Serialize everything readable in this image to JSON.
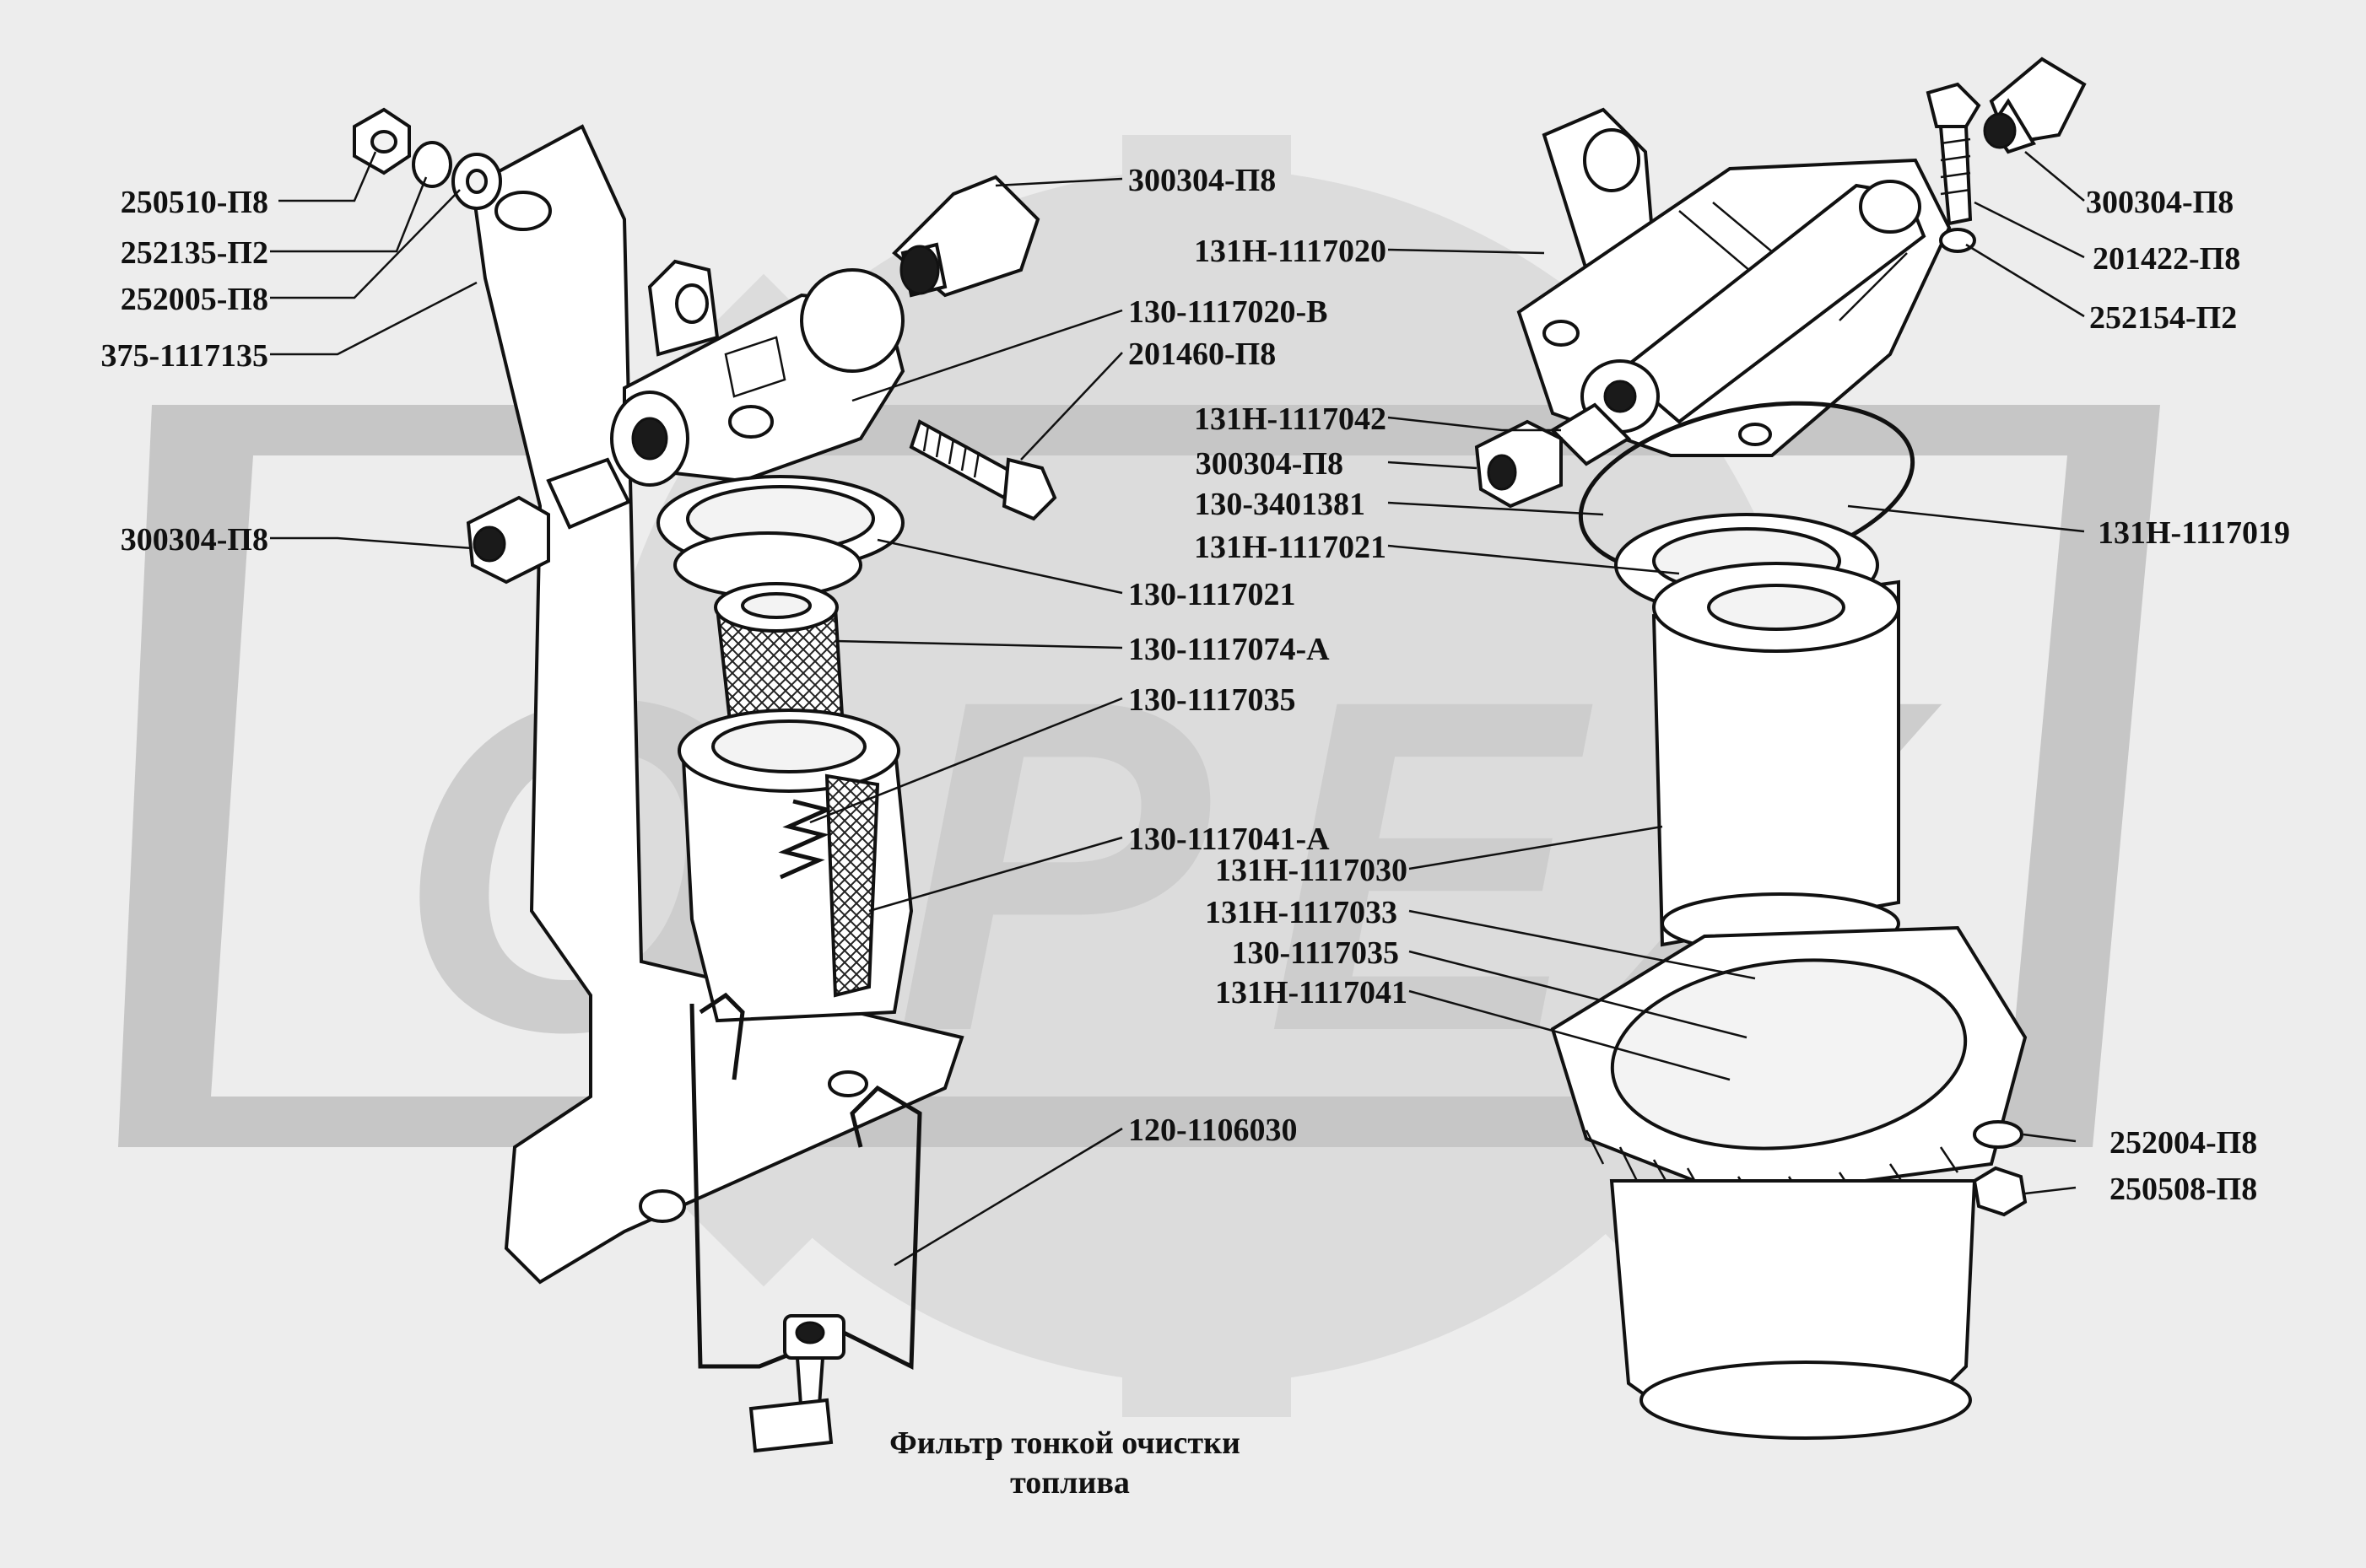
{
  "colors": {
    "background": "#ededed",
    "watermark": "#c6c6c6",
    "ink": "#111111"
  },
  "caption": {
    "line1": "Фильтр тонкой очистки",
    "line2": "топлива"
  },
  "watermark": {
    "letters": [
      "O",
      "P",
      "E",
      "X"
    ]
  },
  "labels": {
    "left": [
      "250510-П8",
      "252135-П2",
      "252005-П8",
      "375-1117135",
      "300304-П8"
    ],
    "center": [
      "300304-П8",
      "130-1117020-В",
      "201460-П8",
      "130-1117021",
      "130-1117074-А",
      "130-1117035",
      "130-1117041-А",
      "120-1106030"
    ],
    "right_group": [
      "131Н-1117020",
      "131Н-1117042",
      "300304-П8",
      "130-3401381",
      "131Н-1117021",
      "131Н-1117030",
      "131Н-1117033",
      "130-1117035",
      "131Н-1117041"
    ],
    "far_right": [
      "300304-П8",
      "201422-П8",
      "252154-П2",
      "131Н-1117019",
      "252004-П8",
      "250508-П8"
    ]
  }
}
